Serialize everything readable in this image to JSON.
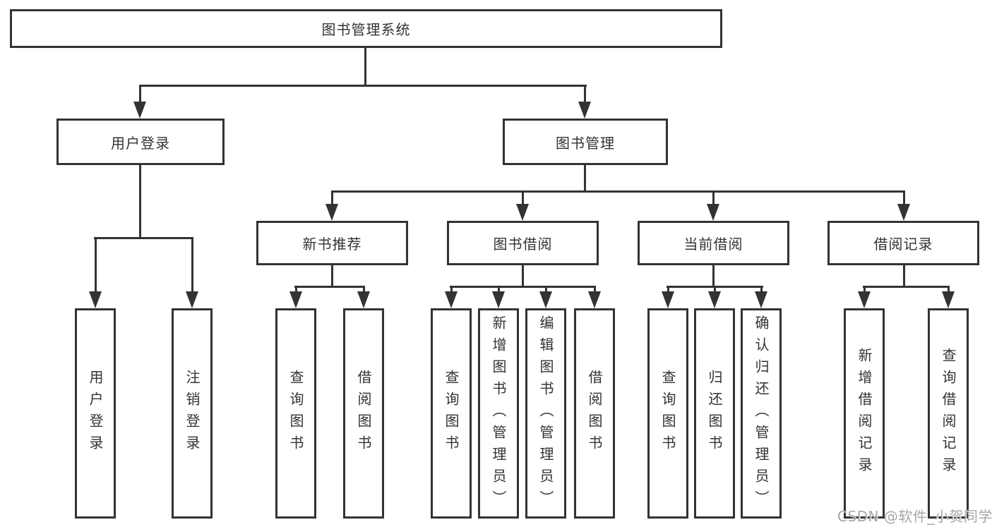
{
  "diagram_title": "图书管理系统",
  "nodes": {
    "root": {
      "label": "图书管理系统"
    },
    "user_login": {
      "label": "用户登录"
    },
    "book_management": {
      "label": "图书管理"
    },
    "login": {
      "label": "用户登录"
    },
    "logout": {
      "label": "注销登录"
    },
    "new_book_recommend": {
      "label": "新书推荐"
    },
    "book_borrow": {
      "label": "图书借阅"
    },
    "current_borrow": {
      "label": "当前借阅"
    },
    "borrow_records": {
      "label": "借阅记录"
    },
    "nbr_query_books": {
      "label": "查询图书"
    },
    "nbr_borrow_books": {
      "label": "借阅图书"
    },
    "bb_query_books": {
      "label": "查询图书"
    },
    "bb_add_books": {
      "label": "新增图书（管理员）"
    },
    "bb_edit_books": {
      "label": "编辑图书（管理员）"
    },
    "bb_borrow_books": {
      "label": "借阅图书"
    },
    "cb_query_books": {
      "label": "查询图书"
    },
    "cb_return_books": {
      "label": "归还图书"
    },
    "cb_confirm_return": {
      "label": "确认归还（管理员）"
    },
    "br_add_record": {
      "label": "新增借阅记录"
    },
    "br_query_record": {
      "label": "查询借阅记录"
    }
  },
  "watermark": {
    "text": "CSDN @软件_小贺同学"
  },
  "colors": {
    "line": "#333333",
    "text": "#333333",
    "background": "#ffffff",
    "watermark": "#a6a6a6"
  }
}
